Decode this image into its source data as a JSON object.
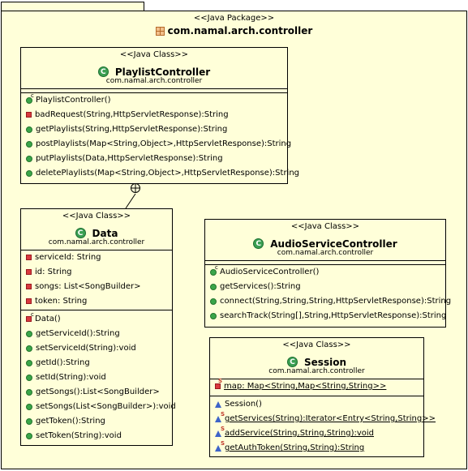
{
  "package": {
    "stereotype": "<<Java Package>>",
    "name": "com.namal.arch.controller"
  },
  "classes": {
    "playlist_controller": {
      "stereotype": "<<Java Class>>",
      "name": "PlaylistController",
      "package": "com.namal.arch.controller",
      "icon": "class-icon",
      "fields": [],
      "methods": [
        {
          "visibility": "public",
          "constructor": true,
          "text": "PlaylistController()"
        },
        {
          "visibility": "private",
          "text": "badRequest(String,HttpServletResponse):String"
        },
        {
          "visibility": "public",
          "text": "getPlaylists(String,HttpServletResponse):String"
        },
        {
          "visibility": "public",
          "text": "postPlaylists(Map<String,Object>,HttpServletResponse):String"
        },
        {
          "visibility": "public",
          "text": "putPlaylists(Data,HttpServletResponse):String"
        },
        {
          "visibility": "public",
          "text": "deletePlaylists(Map<String,Object>,HttpServletResponse):String"
        }
      ]
    },
    "data": {
      "stereotype": "<<Java Class>>",
      "name": "Data",
      "package": "com.namal.arch.controller",
      "fields": [
        {
          "visibility": "private",
          "text": "serviceId: String"
        },
        {
          "visibility": "private",
          "text": "id: String"
        },
        {
          "visibility": "private",
          "text": "songs: List<SongBuilder>"
        },
        {
          "visibility": "private",
          "text": "token: String"
        }
      ],
      "methods": [
        {
          "visibility": "private",
          "constructor": true,
          "text": "Data()"
        },
        {
          "visibility": "public",
          "text": "getServiceId():String"
        },
        {
          "visibility": "public",
          "text": "setServiceId(String):void"
        },
        {
          "visibility": "public",
          "text": "getId():String"
        },
        {
          "visibility": "public",
          "text": "setId(String):void"
        },
        {
          "visibility": "public",
          "text": "getSongs():List<SongBuilder>"
        },
        {
          "visibility": "public",
          "text": "setSongs(List<SongBuilder>):void"
        },
        {
          "visibility": "public",
          "text": "getToken():String"
        },
        {
          "visibility": "public",
          "text": "setToken(String):void"
        }
      ]
    },
    "audio_service_controller": {
      "stereotype": "<<Java Class>>",
      "name": "AudioServiceController",
      "package": "com.namal.arch.controller",
      "fields": [],
      "methods": [
        {
          "visibility": "public",
          "constructor": true,
          "text": "AudioServiceController()"
        },
        {
          "visibility": "public",
          "text": "getServices():String"
        },
        {
          "visibility": "public",
          "text": "connect(String,String,String,HttpServletResponse):String"
        },
        {
          "visibility": "public",
          "text": "searchTrack(String[],String,HttpServletResponse):String"
        }
      ]
    },
    "session": {
      "stereotype": "<<Java Class>>",
      "name": "Session",
      "package": "com.namal.arch.controller",
      "fields": [
        {
          "visibility": "private",
          "static": true,
          "text": "map: Map<String,Map<String,String>>"
        }
      ],
      "methods": [
        {
          "visibility": "package",
          "text": "Session()"
        },
        {
          "visibility": "package",
          "static": true,
          "text": "getServices(String):Iterator<Entry<String,String>>"
        },
        {
          "visibility": "package",
          "static": true,
          "text": "addService(String,String,String):void"
        },
        {
          "visibility": "package",
          "static": true,
          "text": "getAuthToken(String,String):String"
        }
      ]
    }
  },
  "relations": [
    {
      "type": "nesting",
      "from": "playlist_controller",
      "to": "data"
    }
  ]
}
